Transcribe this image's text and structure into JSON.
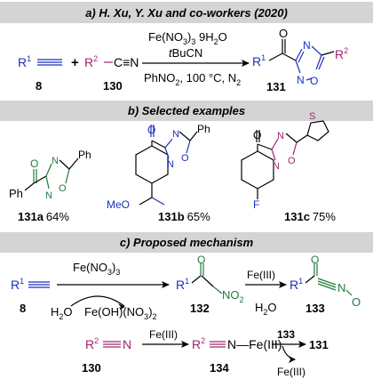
{
  "sections": {
    "a": {
      "header": "a) H. Xu, Y. Xu and co-workers (2020)"
    },
    "b": {
      "header": "b) Selected examples"
    },
    "c": {
      "header": "c) Proposed mechanism"
    }
  },
  "scheme_a": {
    "r1": "R",
    "r1_sup": "1",
    "plus": "+",
    "r2": "R",
    "r2_sup": "2",
    "cn": "C≡N",
    "cmpd_8": "8",
    "cmpd_130": "130",
    "cmpd_131": "131",
    "reagent_fe": "Fe(NO",
    "reagent_fe_sub": "3",
    "reagent_fe_paren": ")",
    "reagent_fe_sub2": "3",
    "reagent_fe_tail": " 9H",
    "reagent_fe_sub3": "2",
    "reagent_fe_end": "O",
    "reagent_tbucn_t": "t",
    "reagent_tbucn": "BuCN",
    "conditions": "PhNO",
    "conditions_sub": "2",
    "conditions_tail": ", 100 °C, N",
    "conditions_sub2": "2",
    "atom_N": "N",
    "atom_O": "O",
    "carbonyl_O": "O",
    "product_r1": "R",
    "product_r1_sup": "1",
    "product_r2": "R",
    "product_r2_sup": "2"
  },
  "examples": [
    {
      "label": "131a",
      "yield": "64%",
      "subst": "Ph",
      "aryl": "Ph"
    },
    {
      "label": "131b",
      "yield": "65%",
      "subst": "Ph",
      "aryl": "MeO"
    },
    {
      "label": "131c",
      "yield": "75%",
      "subst": "S",
      "aryl": "F"
    }
  ],
  "mechanism": {
    "r1": "R",
    "r1_sup": "1",
    "cmpd_8": "8",
    "step1_reagent": "Fe(NO",
    "step1_sub": "3",
    "step1_tail": ")",
    "step1_sub2": "3",
    "h2o": "H",
    "h2o_sub": "2",
    "h2o_o": "O",
    "byproduct": "Fe(OH)(NO",
    "byproduct_sub": "3",
    "byproduct_tail": ")",
    "byproduct_sub2": "2",
    "cmpd_132": "132",
    "cmpd_132_no2": "NO",
    "cmpd_132_no2_sub": "2",
    "step2_reagent": "Fe(III)",
    "cmpd_133": "133",
    "nitrile_oxide_N": "N",
    "nitrile_oxide_O": "O",
    "r2": "R",
    "r2_sup": "2",
    "cmpd_130": "130",
    "step3_reagent": "Fe(III)",
    "cmpd_134": "134",
    "complex": "N—Fe(III)",
    "arrow_label": "133",
    "cmpd_131": "131",
    "fe_release": "Fe(III)"
  },
  "colors": {
    "header_bg": "#d4d4d4",
    "r1": "#1a2fbf",
    "r2": "#a0246e",
    "heteroatom": "#1f7a3a",
    "ring_blue": "#1a2fbf",
    "black": "#000000"
  }
}
